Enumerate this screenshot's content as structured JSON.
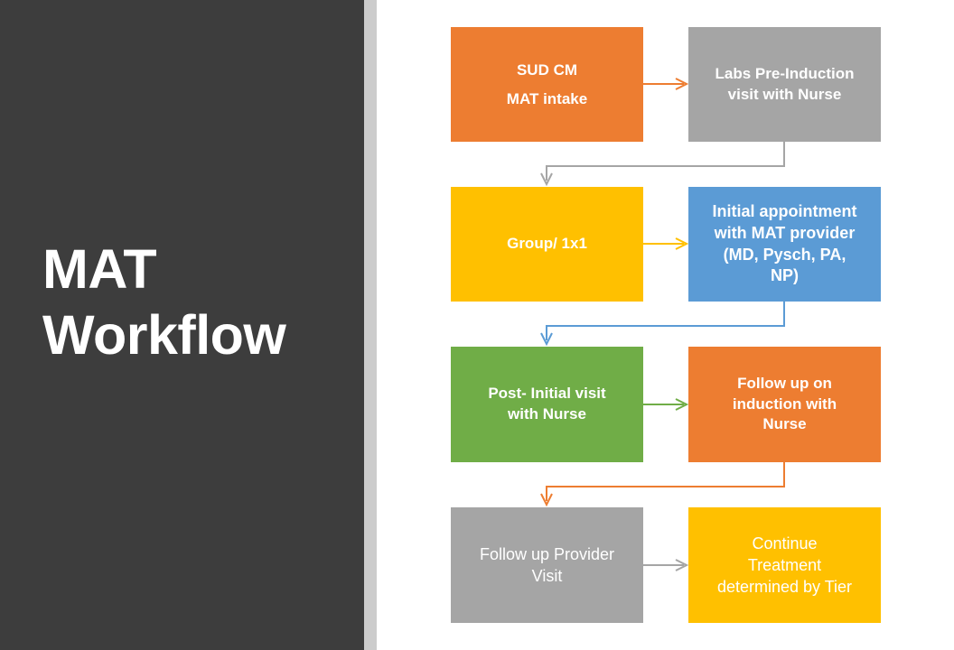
{
  "slide": {
    "title_lines": [
      "MAT",
      "Workflow"
    ],
    "background": "#FFFFFF",
    "sidebar_color": "#3D3D3D",
    "sidebar_edge_color": "#CCCCCC"
  },
  "palette": {
    "orange": "#ED7D31",
    "gray": "#A5A5A5",
    "yellow": "#FFC000",
    "blue": "#5B9BD5",
    "green": "#70AD47",
    "text_on_shape": "#FFFFFF"
  },
  "flow": {
    "nodes": [
      {
        "id": "sud-cm-mat-intake",
        "lines": [
          "SUD CM",
          "MAT intake"
        ],
        "fill": "#ED7D31",
        "bold": true,
        "font_size": 17,
        "row": 1,
        "column": "left"
      },
      {
        "id": "labs-pre-induction-visit",
        "lines": [
          "Labs Pre-Induction",
          "visit with Nurse"
        ],
        "fill": "#A5A5A5",
        "bold": true,
        "font_size": 17,
        "row": 1,
        "column": "right"
      },
      {
        "id": "group-1x1",
        "lines": [
          "Group/ 1x1"
        ],
        "fill": "#FFC000",
        "bold": true,
        "font_size": 17,
        "row": 2,
        "column": "left"
      },
      {
        "id": "initial-appointment-mat-provider",
        "lines": [
          "Initial appointment",
          "with MAT provider",
          "(MD, Pysch, PA,",
          "NP)"
        ],
        "fill": "#5B9BD5",
        "bold": true,
        "font_size": 18,
        "row": 2,
        "column": "right"
      },
      {
        "id": "post-initial-visit-nurse",
        "lines": [
          "Post- Initial visit",
          "with Nurse"
        ],
        "fill": "#70AD47",
        "bold": true,
        "font_size": 17,
        "row": 3,
        "column": "left"
      },
      {
        "id": "follow-up-induction-nurse",
        "lines": [
          "Follow up on",
          "induction with",
          "Nurse"
        ],
        "fill": "#ED7D31",
        "bold": true,
        "font_size": 17,
        "row": 3,
        "column": "right"
      },
      {
        "id": "follow-up-provider-visit",
        "lines": [
          "Follow up Provider",
          "Visit"
        ],
        "fill": "#A5A5A5",
        "bold": false,
        "font_size": 18,
        "row": 4,
        "column": "left"
      },
      {
        "id": "continue-treatment-tier",
        "lines": [
          "Continue",
          "Treatment",
          "determined by Tier"
        ],
        "fill": "#FFC000",
        "bold": false,
        "font_size": 18,
        "row": 4,
        "column": "right"
      }
    ],
    "connectors": [
      {
        "id": "sud-cm-to-labs",
        "type": "horizontal",
        "color": "#ED7D31",
        "from": "sud-cm-mat-intake",
        "to": "labs-pre-induction-visit"
      },
      {
        "id": "labs-to-group",
        "type": "elbow",
        "color": "#A5A5A5",
        "from": "labs-pre-induction-visit",
        "to": "group-1x1"
      },
      {
        "id": "group-to-initial",
        "type": "horizontal",
        "color": "#FFC000",
        "from": "group-1x1",
        "to": "initial-appointment-mat-provider"
      },
      {
        "id": "initial-to-post-initial",
        "type": "elbow",
        "color": "#5B9BD5",
        "from": "initial-appointment-mat-provider",
        "to": "post-initial-visit-nurse"
      },
      {
        "id": "post-initial-to-follow-up",
        "type": "horizontal",
        "color": "#70AD47",
        "from": "post-initial-visit-nurse",
        "to": "follow-up-induction-nurse"
      },
      {
        "id": "follow-up-to-provider",
        "type": "elbow",
        "color": "#ED7D31",
        "from": "follow-up-induction-nurse",
        "to": "follow-up-provider-visit"
      },
      {
        "id": "provider-to-continue",
        "type": "horizontal",
        "color": "#A5A5A5",
        "from": "follow-up-provider-visit",
        "to": "continue-treatment-tier"
      }
    ]
  }
}
